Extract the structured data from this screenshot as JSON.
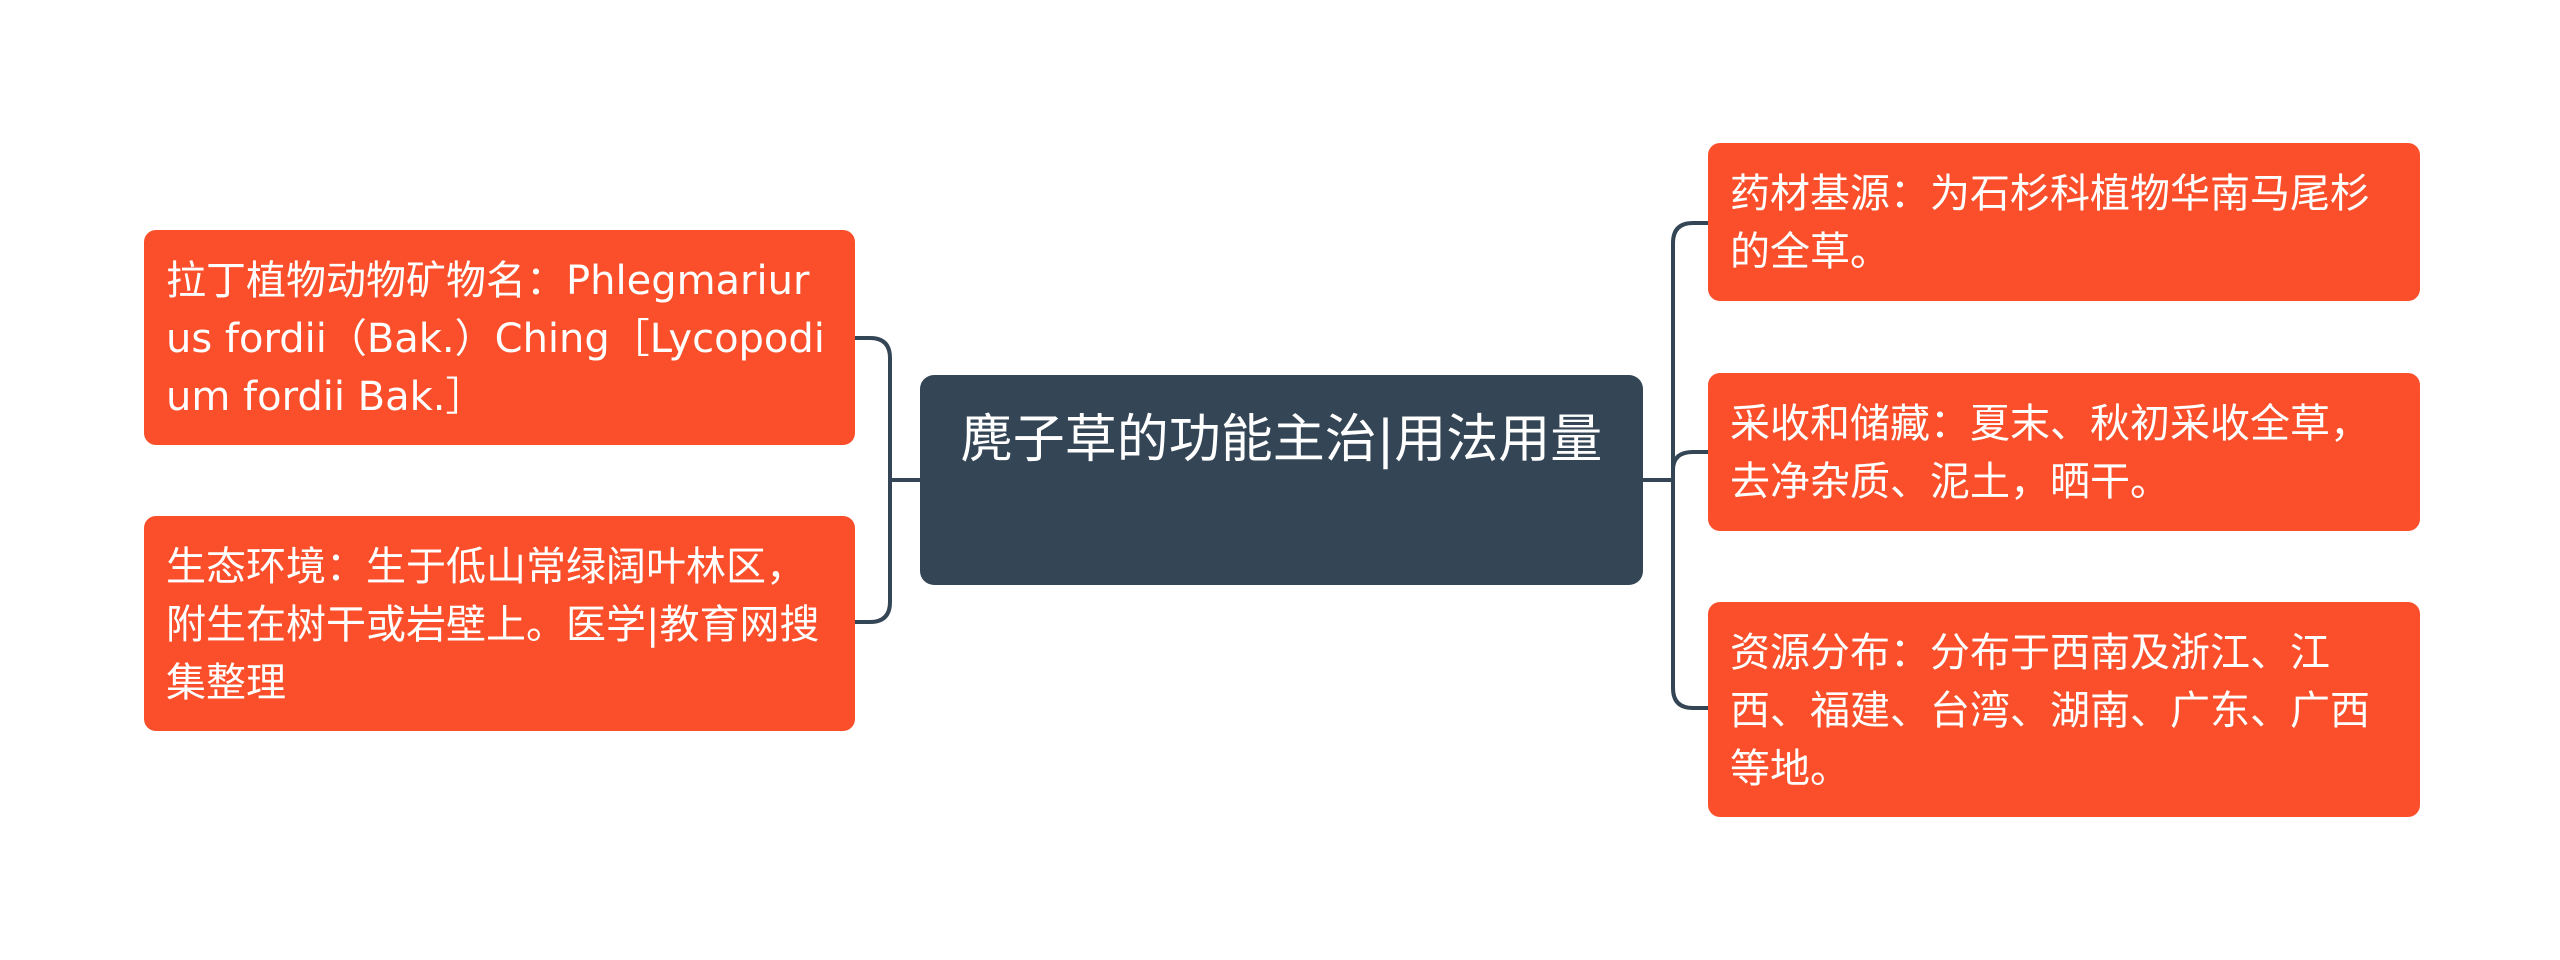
{
  "colors": {
    "center_fill": "#344656",
    "leaf_fill": "#fa4f2a",
    "connector": "#344656",
    "text": "#ffffff",
    "background": "#ffffff"
  },
  "center": {
    "text": "麂子草的功能主治|用法用量"
  },
  "left_branches": [
    {
      "text": "拉丁植物动物矿物名：Phlegmariurus fordii（Bak.）Ching［Lycopodium fordii Bak.］"
    },
    {
      "text": "生态环境：生于低山常绿阔叶林区，附生在树干或岩壁上。医学|教育网搜集整理"
    }
  ],
  "right_branches": [
    {
      "text": "药材基源：为石杉科植物华南马尾杉的全草。"
    },
    {
      "text": "采收和储藏：夏末、秋初采收全草，去净杂质、泥土，晒干。"
    },
    {
      "text": "资源分布：分布于西南及浙江、江西、福建、台湾、湖南、广东、广西等地。"
    }
  ]
}
